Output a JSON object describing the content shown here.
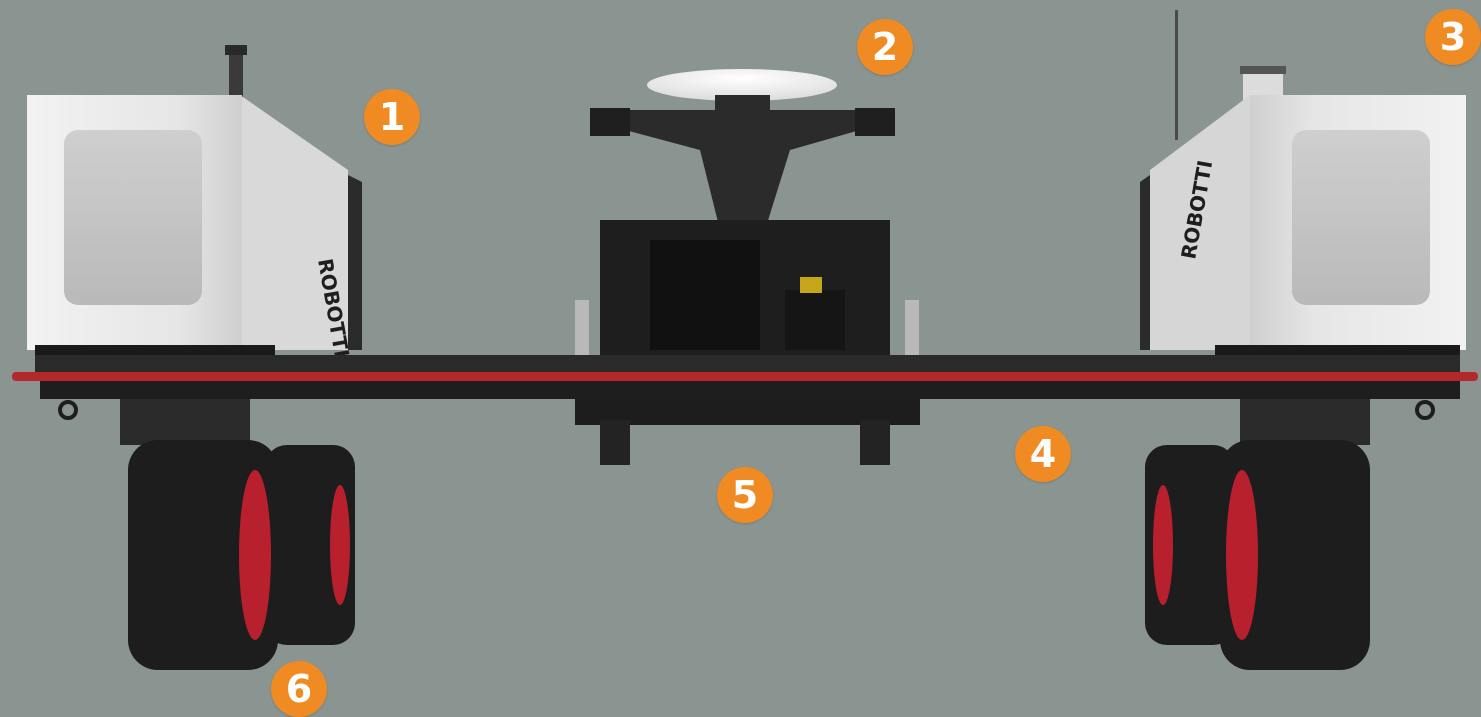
{
  "image": {
    "subject": "robot",
    "brand_text": "ROBOTTI"
  },
  "markers": [
    {
      "id": "1",
      "label": "1"
    },
    {
      "id": "2",
      "label": "2"
    },
    {
      "id": "3",
      "label": "3"
    },
    {
      "id": "4",
      "label": "4"
    },
    {
      "id": "5",
      "label": "5"
    },
    {
      "id": "6",
      "label": "6"
    }
  ],
  "colors": {
    "background": "#8a9491",
    "marker": "#ef8b22",
    "frame_red": "#b3282d",
    "housing": "#eeeeee",
    "tire": "#1d1d1d",
    "rim": "#b8202e"
  }
}
